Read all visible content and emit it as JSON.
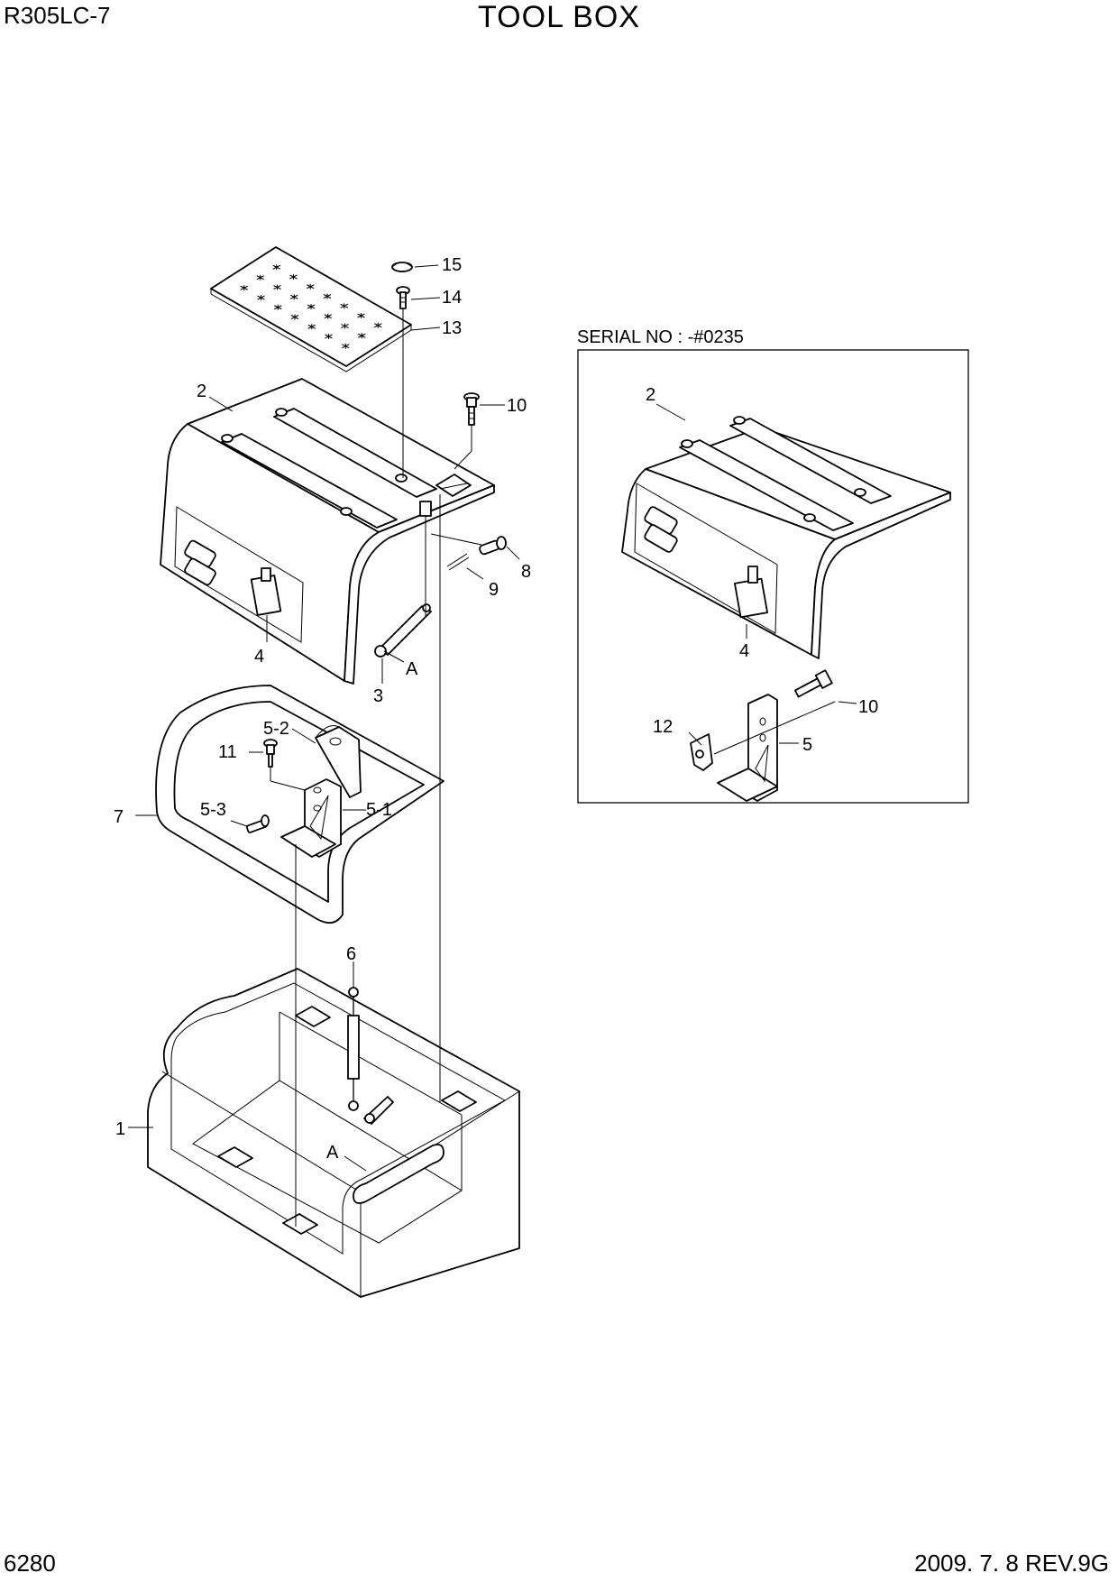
{
  "header": {
    "model": "R305LC-7",
    "title": "TOOL BOX"
  },
  "footer": {
    "page_number": "6280",
    "revision": "2009. 7. 8  REV.9G"
  },
  "inset": {
    "serial_label": "SERIAL NO : -#0235",
    "callouts": {
      "cover": "2",
      "lock": "4",
      "bolt": "10",
      "bracket": "5",
      "latch": "12"
    }
  },
  "main": {
    "callouts": {
      "box": "1",
      "cover": "2",
      "lock_lever": "3",
      "lock": "4",
      "bracket_5_1": "5-1",
      "bracket_5_2": "5-2",
      "bolt_5_3": "5-3",
      "gas_spring": "6",
      "handrail": "7",
      "pin": "8",
      "split_pin": "9",
      "bolt_10": "10",
      "bolt_11": "11",
      "plate": "13",
      "screw": "14",
      "cap": "15",
      "ref_a_upper": "A",
      "ref_a_lower": "A"
    }
  }
}
